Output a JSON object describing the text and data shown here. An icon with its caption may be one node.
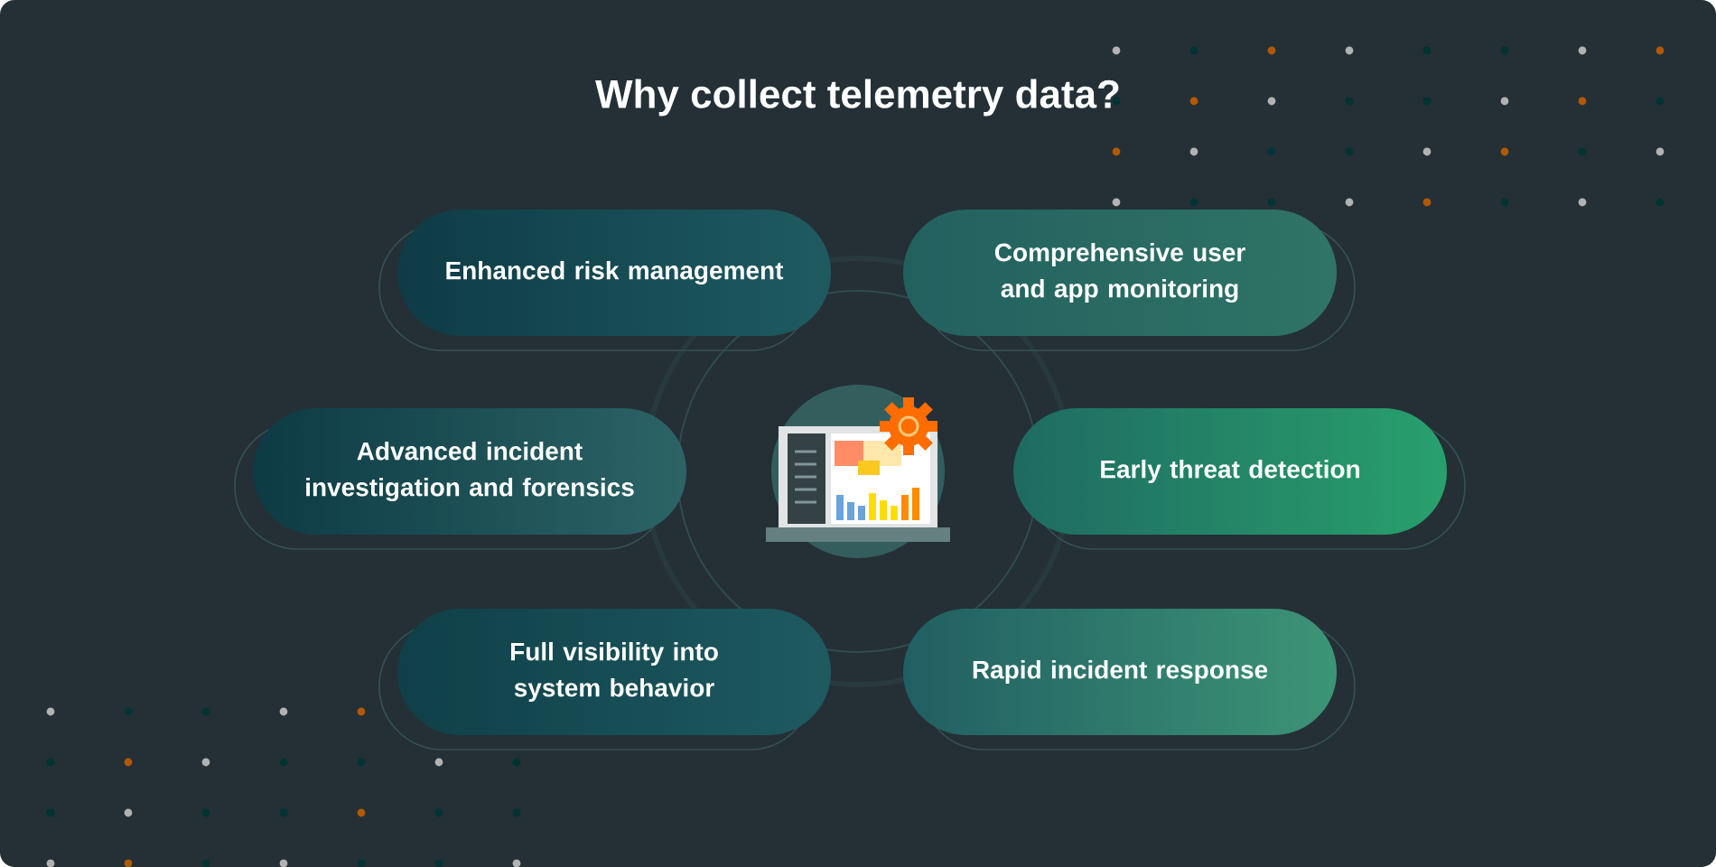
{
  "diagram": {
    "title": "Why collect telemetry data?",
    "nodes": [
      {
        "text": [
          "Enhanced risk management"
        ]
      },
      {
        "text": [
          "Comprehensive user and app monitoring"
        ]
      },
      {
        "text": [
          "Advanced incident investigation and forensics"
        ]
      },
      {
        "text": [
          "Early threat detection"
        ]
      },
      {
        "text": [
          "Full visibility into system behavior"
        ]
      },
      {
        "text": [
          "Rapid incident response"
        ]
      }
    ]
  }
}
